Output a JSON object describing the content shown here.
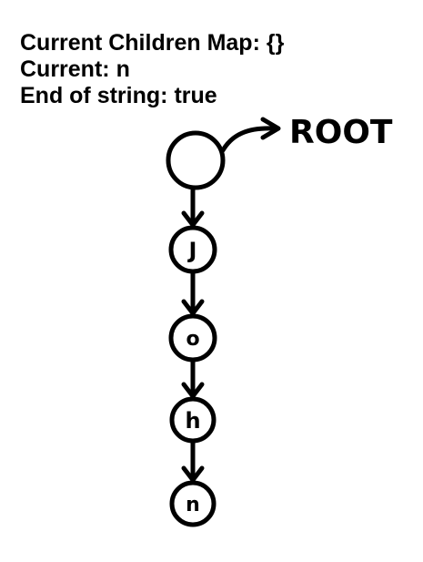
{
  "status": {
    "children_map_label": "Current Children Map:",
    "children_map_value": "{}",
    "current_label": "Current:",
    "current_value": "n",
    "end_of_string_label": "End of string:",
    "end_of_string_value": "true"
  },
  "root_label": "ROOT",
  "nodes": [
    {
      "id": "root",
      "label": ""
    },
    {
      "id": "node-j",
      "label": "J"
    },
    {
      "id": "node-o",
      "label": "o"
    },
    {
      "id": "node-h",
      "label": "h"
    },
    {
      "id": "node-n",
      "label": "n"
    }
  ],
  "colors": {
    "ink": "#000000",
    "background": "#ffffff"
  }
}
